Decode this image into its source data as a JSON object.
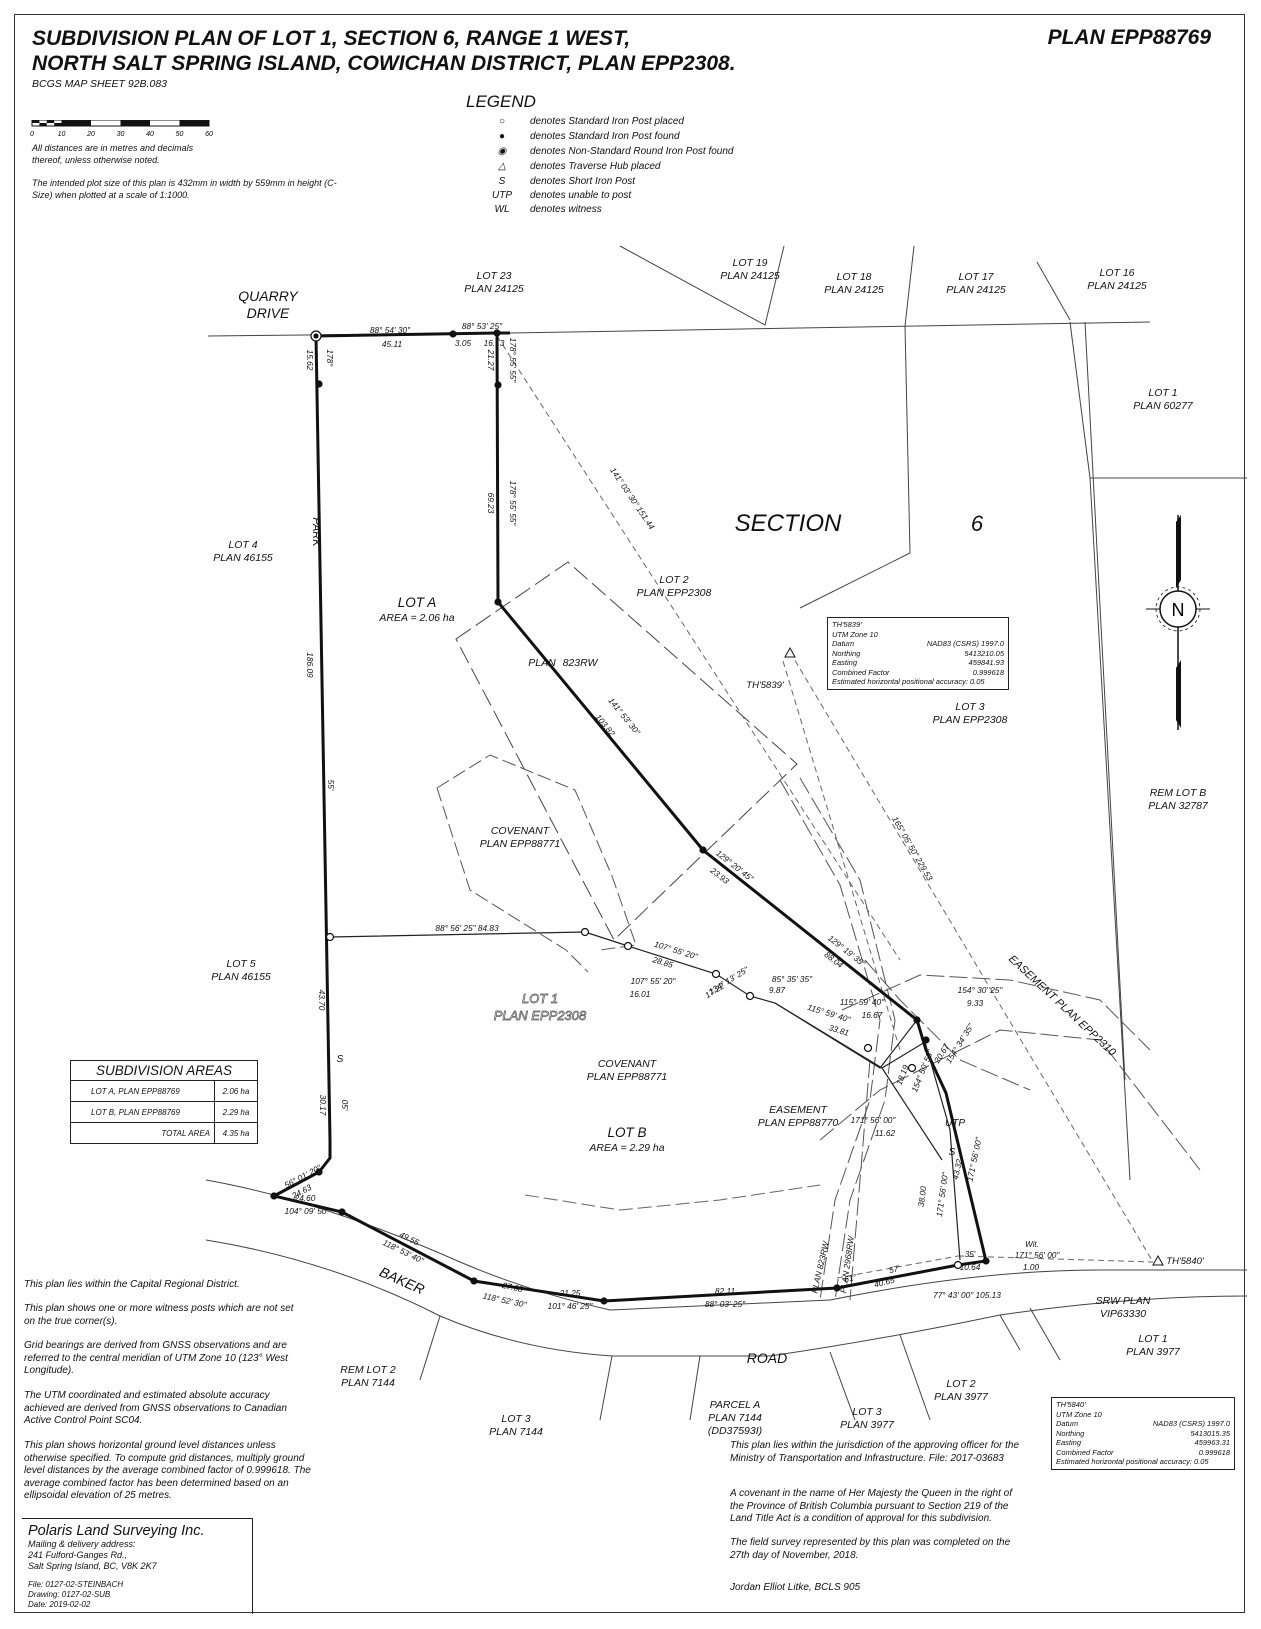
{
  "header": {
    "title_line1": "SUBDIVISION PLAN OF LOT 1, SECTION 6, RANGE 1 WEST,",
    "title_line2": "NORTH SALT SPRING ISLAND, COWICHAN DISTRICT, PLAN EPP2308.",
    "map_sheet": "BCGS MAP SHEET 92B.083",
    "plan_number": "PLAN EPP88769"
  },
  "scale_bar": {
    "ticks": [
      "0",
      "10",
      "20",
      "30",
      "40",
      "50",
      "60"
    ]
  },
  "notes_top": {
    "distances": "All distances are in metres and decimals thereof, unless otherwise noted.",
    "plot_size": "The intended plot size of this plan is 432mm in width by 559mm in height (C-Size) when plotted at a scale of 1:1000."
  },
  "legend": {
    "title": "LEGEND",
    "items": [
      {
        "symbol": "○",
        "text": "denotes Standard Iron Post placed"
      },
      {
        "symbol": "●",
        "text": "denotes Standard Iron Post found"
      },
      {
        "symbol": "◉",
        "text": "denotes Non-Standard Round Iron Post found"
      },
      {
        "symbol": "△",
        "text": "denotes Traverse Hub placed"
      },
      {
        "symbol": "S",
        "text": "denotes Short Iron Post"
      },
      {
        "symbol": "UTP",
        "text": "denotes unable to post"
      },
      {
        "symbol": "WL",
        "text": "denotes witness"
      }
    ]
  },
  "map_labels": {
    "quarry_drive": [
      "QUARRY",
      "DRIVE"
    ],
    "lot23": [
      "LOT 23",
      "PLAN 24125"
    ],
    "lot19": [
      "LOT 19",
      "PLAN 24125"
    ],
    "lot18": [
      "LOT 18",
      "PLAN 24125"
    ],
    "lot17": [
      "LOT 17",
      "PLAN 24125"
    ],
    "lot16": [
      "LOT 16",
      "PLAN 24125"
    ],
    "lot1_60277": [
      "LOT 1",
      "PLAN 60277"
    ],
    "section": "SECTION",
    "section_no": "6",
    "lot4": [
      "LOT 4",
      "PLAN 46155"
    ],
    "park": "PARK",
    "lot_a": [
      "LOT A",
      "AREA = 2.06 ha"
    ],
    "lot2_epp": [
      "LOT 2",
      "PLAN EPP2308"
    ],
    "plan_823": "PLAN",
    "plan_823_b": "823RW",
    "lot3_epp": [
      "LOT 3",
      "PLAN EPP2308"
    ],
    "rem_lot_b": [
      "REM LOT B",
      "PLAN 32787"
    ],
    "covenant1": [
      "COVENANT",
      "PLAN EPP88771"
    ],
    "lot5": [
      "LOT 5",
      "PLAN 46155"
    ],
    "lot1_epp_ghost": [
      "LOT 1",
      "PLAN EPP2308"
    ],
    "covenant2": [
      "COVENANT",
      "PLAN EPP88771"
    ],
    "lot_b": [
      "LOT B",
      "AREA = 2.29 ha"
    ],
    "easement": [
      "EASEMENT",
      "PLAN EPP88770"
    ],
    "easement_plan": "EASEMENT PLAN EPP2310",
    "baker": "BAKER",
    "road": "ROAD",
    "rem_lot2": [
      "REM LOT 2",
      "PLAN 7144"
    ],
    "lot3_7144": [
      "LOT 3",
      "PLAN 7144"
    ],
    "parcel_a": [
      "PARCEL A",
      "PLAN 7144",
      "(DD37593I)"
    ],
    "lot3_3977": [
      "LOT 3",
      "PLAN 3977"
    ],
    "lot2_3977": [
      "LOT 2",
      "PLAN 3977"
    ],
    "lot1_3977": [
      "LOT 1",
      "PLAN 3977"
    ],
    "srw": [
      "SRW PLAN",
      "VIP63330"
    ],
    "th5839": "TH'5839'",
    "th5840": "TH'5840'",
    "utp": "UTP",
    "s1": "S",
    "s2": "S",
    "wit": "Wit.",
    "plan823rw_road": "PLAN 823RW",
    "plan2968rw": "PLAN 2968RW"
  },
  "dimensions": {
    "d1": "88° 54' 30\"",
    "d1b": "45.11",
    "d2": "88°  53'  25\"",
    "d2a": "3.05",
    "d2b": "16.13",
    "d3": "178°",
    "d3b": "15.62",
    "d4": "178° 55' 55\"",
    "d4b": "21.27",
    "d5": "178° 55' 55\"",
    "d5b": "69.23",
    "d6": "141° 03' 30\"  151.44",
    "d7": "141° 53' 30\"",
    "d7b": "103.82",
    "d8": "186.09",
    "d9": "55'",
    "d10": "129° 20' 45\"",
    "d10b": "23.93",
    "d11": "129° 19' 35\"",
    "d11b": "88.04",
    "d12": "165° 05' 50\"  229.53",
    "d13": "88° 56' 25\"   84.83",
    "d14": "107° 55' 20\"",
    "d14b": "28.85",
    "d15": "107° 55' 20\"",
    "d15b": "16.01",
    "d16": "134° 13' 25\"",
    "d16b": "17.22",
    "d17": "85° 35' 35\"",
    "d17b": "9.87",
    "d18": "115° 59' 40\"",
    "d18b": "33.81",
    "d19": "115° 59' 40\"",
    "d19b": "16.67",
    "d20": "154° 30' 25\"",
    "d20b": "9.33",
    "d21": "154° 34' 35\"",
    "d21b": "20.67",
    "d22": "154° 50' 55\"",
    "d22b": "18.19",
    "d23": "171° 56' 00\"",
    "d23b": "11.62",
    "d24": "43.70",
    "d25": "30.17",
    "d25b": "05'",
    "d26": "56° 01' 20\"",
    "d26b": "24.63",
    "d27": "24.60",
    "d27b": "104° 09' 50\"",
    "d28": "49.55",
    "d28b": "118° 53' 40\"",
    "d29": "27.68",
    "d29b": "118° 52' 30\"",
    "d30": "21.25",
    "d30b": "101° 46' 25\"",
    "d31": "82.11",
    "d31b": "88° 03' 25\"",
    "d32": "61°",
    "d33": "57'",
    "d33b": "40.65",
    "d34": "77° 43' 00\"   105.13",
    "d35": "171° 56' 00\"",
    "d35b": "38.00",
    "d36": "171° 56' 00\"",
    "d36b": "43.32",
    "d37": "35'",
    "d37b": "10.64",
    "d38": "171° 56' 00\"",
    "d38b": "1.00"
  },
  "areas": {
    "title": "SUBDIVISION AREAS",
    "rows": [
      {
        "label": "LOT A, PLAN EPP88769",
        "value": "2.06 ha"
      },
      {
        "label": "LOT B, PLAN EPP88769",
        "value": "2.29 ha"
      },
      {
        "label": "TOTAL AREA",
        "value": "4.35 ha"
      }
    ]
  },
  "utm1": {
    "title": "TH'5839'",
    "zone": "UTM Zone 10",
    "rows": [
      {
        "k": "Datum",
        "v": "NAD83 (CSRS) 1997.0"
      },
      {
        "k": "Northing",
        "v": "5413210.05"
      },
      {
        "k": "Easting",
        "v": "459841.93"
      },
      {
        "k": "Combined Factor",
        "v": "0.999618"
      }
    ],
    "accuracy": "Estimated horizontal positional accuracy: 0.05"
  },
  "utm2": {
    "title": "TH'5840'",
    "zone": "UTM Zone 10",
    "rows": [
      {
        "k": "Datum",
        "v": "NAD83 (CSRS) 1997.0"
      },
      {
        "k": "Northing",
        "v": "5413015.35"
      },
      {
        "k": "Easting",
        "v": "459963.31"
      },
      {
        "k": "Combined Factor",
        "v": "0.999618"
      }
    ],
    "accuracy": "Estimated horizontal positional accuracy: 0.05"
  },
  "notes_left": [
    "This plan lies within the Capital Regional District.",
    "This plan shows one or more witness posts which are not set on the true corner(s).",
    "Grid bearings are derived from GNSS observations and are referred to the central meridian of UTM Zone 10 (123° West Longitude).",
    "The UTM coordinated and estimated absolute accuracy achieved are derived from GNSS observations to Canadian Active Control Point SC04.",
    "This plan shows horizontal ground level distances unless otherwise specified. To compute grid distances, multiply ground level distances by the average combined factor of 0.999618. The average combined factor has been determined based on an ellipsoidal elevation of 25 metres."
  ],
  "notes_right": [
    "This plan lies within the jurisdiction of the approving officer for the Ministry of Transportation and Infrastructure. File: 2017-03683",
    "A covenant in the name of Her Majesty the Queen in the right of the Province of British Columbia pursuant to Section 219 of the Land Title Act is a condition of approval for this subdivision.",
    "The field survey represented by this plan was completed on the 27th day of November, 2018.",
    "Jordan Elliot Litke, BCLS 905"
  ],
  "company": {
    "name": "Polaris Land Surveying Inc.",
    "address_label": "Mailing & delivery address:",
    "address1": "241 Fulford-Ganges Rd.,",
    "address2": "Salt Spring Island, BC, V8K 2K7",
    "file": "File: 0127-02-STEINBACH",
    "drawing": "Drawing: 0127-02-SUB",
    "date": "Date: 2019-02-02"
  },
  "north": "N"
}
